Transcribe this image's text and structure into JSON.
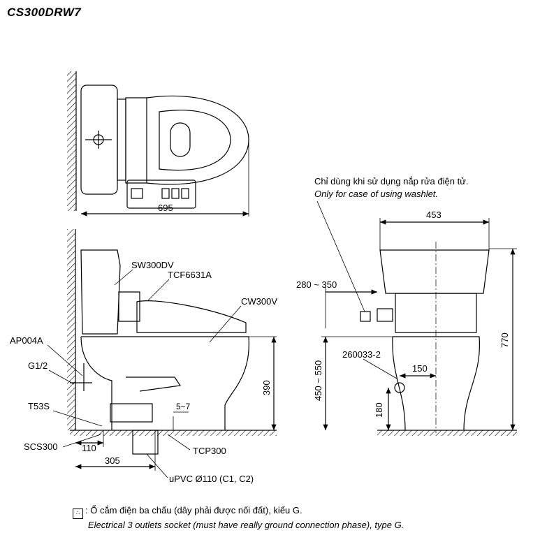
{
  "title": "CS300DRW7",
  "dims": {
    "top_width": "695",
    "side_height": "390",
    "floor_gap": "5~7",
    "wall_off_1": "110",
    "wall_off_2": "305",
    "front_width": "453",
    "total_height": "770",
    "range": "280 ~ 350",
    "seat_height": "450 ~ 550",
    "valve_off": "150",
    "valve_height": "180"
  },
  "parts": {
    "tank": "SW300DV",
    "seat": "TCF6631A",
    "bowl": "CW300V",
    "valve": "AP004A",
    "thread": "G1/2",
    "hose": "T53S",
    "flange": "SCS300",
    "trap": "TCP300",
    "pipe": "uPVC Ø110 (C1, C2)",
    "angle_valve": "260033-2"
  },
  "washlet_note": {
    "vi": "Chỉ dùng khi sử dụng nắp rửa điện tử.",
    "en": "Only for case of using washlet."
  },
  "footnote": {
    "symbol": "∴",
    "vi": ": Ổ cắm điện ba chấu (dây phải được nối đất), kiểu G.",
    "en": "Electrical 3 outlets socket (must have really ground connection phase), type G."
  }
}
